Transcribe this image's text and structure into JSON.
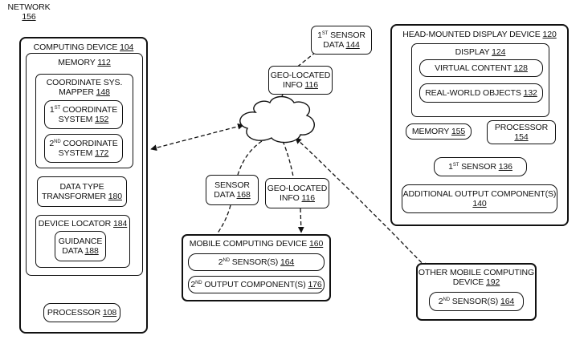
{
  "computing_device": {
    "label": "COMPUTING DEVICE",
    "ref": "104"
  },
  "memory": {
    "label": "MEMORY",
    "ref": "112"
  },
  "coordinate_mapper": {
    "label_line1": "COORDINATE SYS.",
    "label_line2": "MAPPER",
    "ref": "148"
  },
  "first_coordinate_system": {
    "ordinal": "1",
    "ordinal_sup": "ST",
    "label_line1": "COORDINATE",
    "label_line2": "SYSTEM",
    "ref": "152"
  },
  "second_coordinate_system": {
    "ordinal": "2",
    "ordinal_sup": "ND",
    "label_line1": "COORDINATE",
    "label_line2": "SYSTEM",
    "ref": "172"
  },
  "data_type_transformer": {
    "label_line1": "DATA TYPE",
    "label_line2": "TRANSFORMER",
    "ref": "180"
  },
  "device_locator": {
    "label": "DEVICE LOCATOR",
    "ref": "184"
  },
  "guidance_data": {
    "label_line1": "GUIDANCE",
    "label_line2": "DATA",
    "ref": "188"
  },
  "processor_108": {
    "label": "PROCESSOR",
    "ref": "108"
  },
  "network": {
    "label": "NETWORK",
    "ref": "156"
  },
  "first_sensor_data": {
    "ordinal": "1",
    "ordinal_sup": "ST",
    "label_line1": "SENSOR",
    "label_line2": "DATA",
    "ref": "144"
  },
  "geo_located_info_top": {
    "label_line1": "GEO-LOCATED",
    "label_line2": "INFO",
    "ref": "116"
  },
  "sensor_data": {
    "label_line1": "SENSOR",
    "label_line2": "DATA",
    "ref": "168"
  },
  "geo_located_info_mid": {
    "label_line1": "GEO-LOCATED",
    "label_line2": "INFO",
    "ref": "116"
  },
  "mobile_computing_device": {
    "label": "MOBILE COMPUTING DEVICE",
    "ref": "160"
  },
  "second_sensors": {
    "ordinal": "2",
    "ordinal_sup": "ND",
    "label": "SENSOR(S)",
    "ref": "164"
  },
  "second_output_component": {
    "ordinal": "2",
    "ordinal_sup": "ND",
    "label": "OUTPUT COMPONENT(S)",
    "ref": "176"
  },
  "head_mounted_display": {
    "label": "HEAD-MOUNTED DISPLAY DEVICE",
    "ref": "120"
  },
  "display": {
    "label": "DISPLAY",
    "ref": "124"
  },
  "virtual_content": {
    "label": "VIRTUAL CONTENT",
    "ref": "128"
  },
  "real_world_objects": {
    "label": "REAL-WORLD OBJECTS",
    "ref": "132"
  },
  "memory_155": {
    "label": "MEMORY",
    "ref": "155"
  },
  "processor_154": {
    "label": "PROCESSOR",
    "ref": "154"
  },
  "first_sensor": {
    "ordinal": "1",
    "ordinal_sup": "ST",
    "label": "SENSOR",
    "ref": "136"
  },
  "additional_output": {
    "label": "ADDITIONAL OUTPUT COMPONENT(S)",
    "ref": "140"
  },
  "other_mobile_device": {
    "label_line1": "OTHER MOBILE COMPUTING",
    "label_line2": "DEVICE",
    "ref": "192"
  },
  "other_second_sensors": {
    "ordinal": "2",
    "ordinal_sup": "ND",
    "label": "SENSOR(S)",
    "ref": "164"
  }
}
